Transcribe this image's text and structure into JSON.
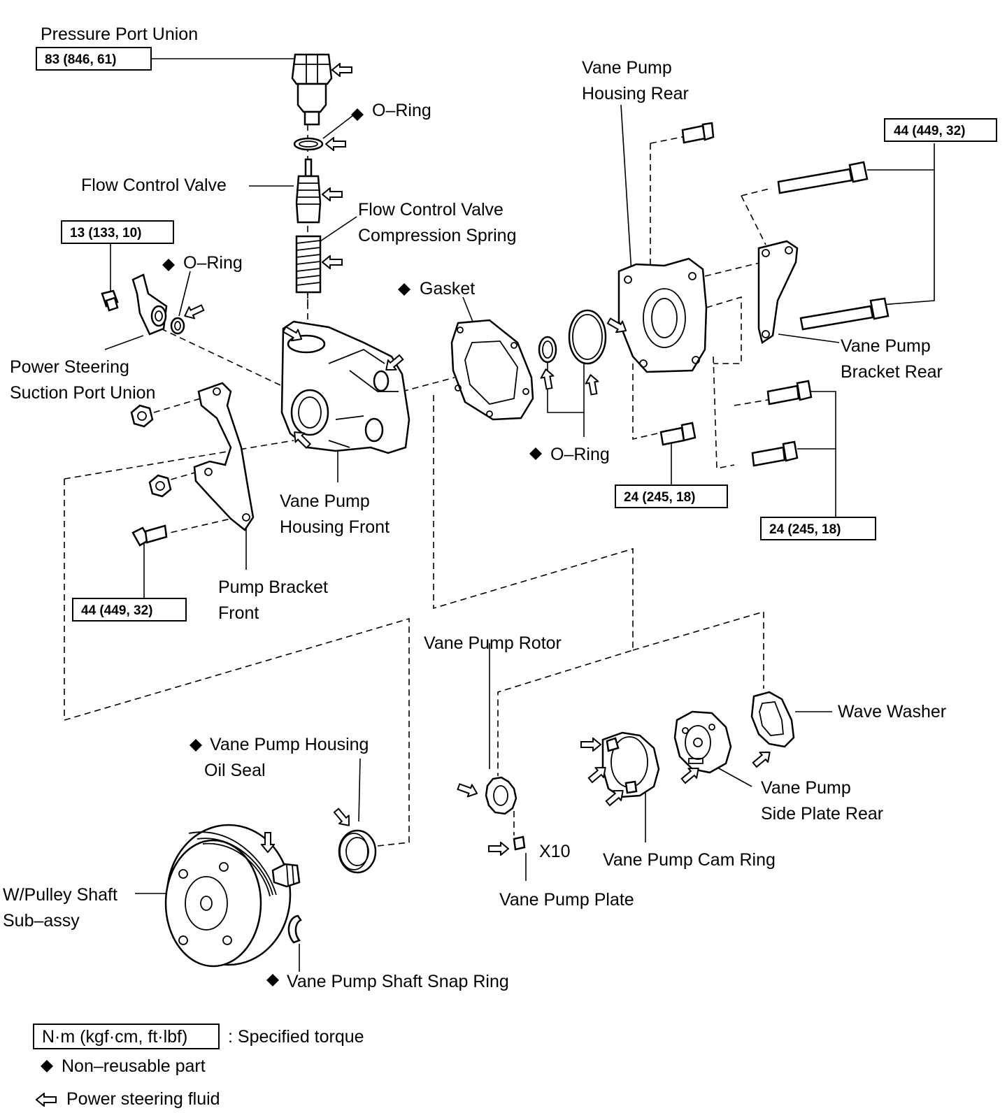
{
  "labels": {
    "pressure_port_union": "Pressure Port Union",
    "o_ring_top": "O–Ring",
    "flow_control_valve": "Flow Control Valve",
    "fcv_spring_line1": "Flow  Control  Valve",
    "fcv_spring_line2": "Compression Spring",
    "o_ring_left": "O–Ring",
    "gasket": "Gasket",
    "vp_housing_rear_line1": "Vane Pump",
    "vp_housing_rear_line2": "Housing Rear",
    "ps_suction_line1": "Power Steering",
    "ps_suction_line2": "Suction Port Union",
    "vp_bracket_rear_line1": "Vane Pump",
    "vp_bracket_rear_line2": "Bracket Rear",
    "o_ring_mid": "O–Ring",
    "vp_housing_front_line1": "Vane Pump",
    "vp_housing_front_line2": "Housing Front",
    "pump_bracket_front_line1": "Pump Bracket",
    "pump_bracket_front_line2": "Front",
    "vane_pump_rotor": "Vane Pump Rotor",
    "wave_washer": "Wave Washer",
    "oil_seal_line1": "Vane Pump Housing",
    "oil_seal_line2": "Oil Seal",
    "side_plate_line1": "Vane Pump",
    "side_plate_line2": "Side Plate Rear",
    "cam_ring": "Vane Pump Cam Ring",
    "x10": "X10",
    "vane_pump_plate": "Vane Pump Plate",
    "pulley_line1": "W/Pulley Shaft",
    "pulley_line2": "Sub–assy",
    "snap_ring": "Vane Pump Shaft Snap Ring"
  },
  "torques": {
    "pressure_port_union": "83 (846, 61)",
    "bracket_rear_upper": "44 (449, 32)",
    "suction_port_union": "13 (133, 10)",
    "housing_rear_bolt": "24 (245, 18)",
    "bracket_rear_lower": "24 (245, 18)",
    "bracket_front_bolt": "44 (449, 32)"
  },
  "legend": {
    "torque_unit": "N·m (kgf·cm, ft·lbf)",
    "torque_desc": ": Specified torque",
    "non_reusable": "Non–reusable part",
    "fluid": "Power steering fluid"
  },
  "icons": {
    "non_reusable": "black-diamond-icon",
    "fluid": "hollow-arrow-icon"
  }
}
